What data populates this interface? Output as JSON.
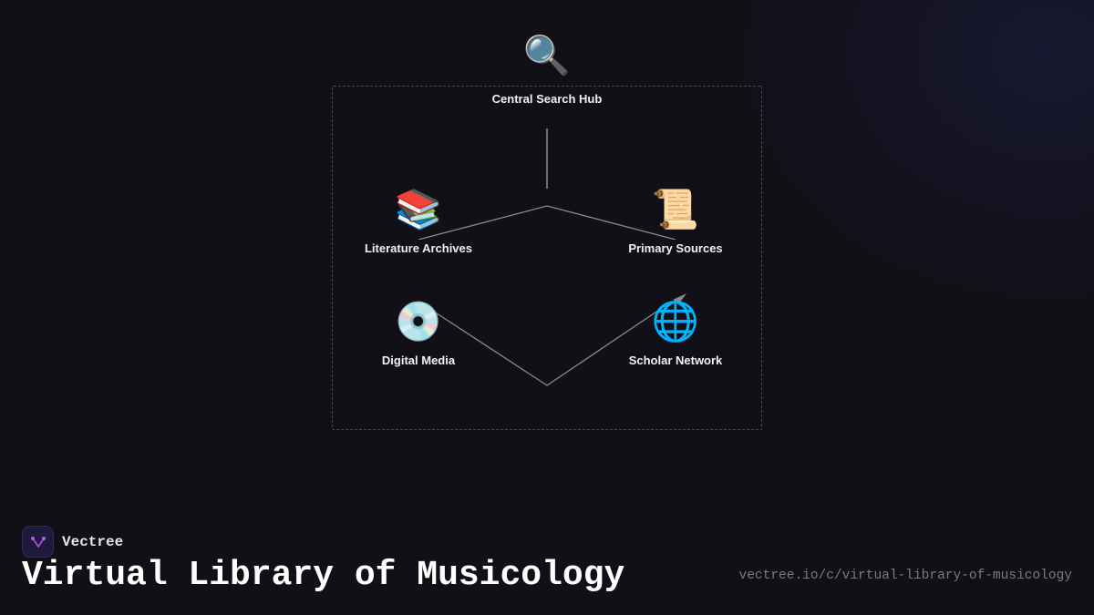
{
  "diagram": {
    "hub": {
      "label": "Central Search Hub",
      "icon": "magnifying-glass-icon",
      "glyph": "🔍"
    },
    "nodes": [
      {
        "label": "Literature Archives",
        "icon": "books-icon",
        "glyph": "📚"
      },
      {
        "label": "Primary Sources",
        "icon": "scroll-icon",
        "glyph": "📜"
      },
      {
        "label": "Digital Media",
        "icon": "optical-disc-icon",
        "glyph": "💿"
      },
      {
        "label": "Scholar Network",
        "icon": "globe-icon",
        "glyph": "🌐"
      }
    ],
    "colors": {
      "edge": "#8a8a8e",
      "frame": "#4a4a50",
      "background": "#101016"
    }
  },
  "footer": {
    "brand_name": "Vectree",
    "title": "Virtual Library of Musicology",
    "url": "vectree.io/c/virtual-library-of-musicology"
  }
}
